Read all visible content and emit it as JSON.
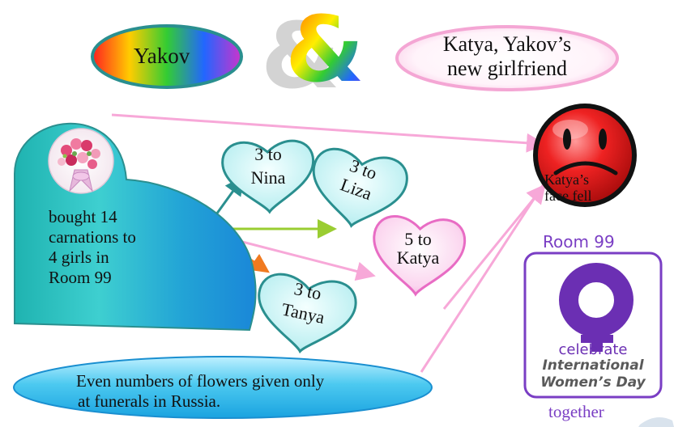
{
  "yakov": "Yakov",
  "katya_title": {
    "line1": "Katya, Yakov’s",
    "line2": "new girlfriend"
  },
  "bought": {
    "line1": "bought 14",
    "line2": "carnations to",
    "line3": "4 girls in",
    "line4": "Room 99"
  },
  "hearts": {
    "nina": {
      "line1": "3 to",
      "line2": "Nina"
    },
    "liza": {
      "line1": "3 to",
      "line2": "Liza"
    },
    "katya": {
      "line1": "5 to",
      "line2": "Katya"
    },
    "tanya": {
      "line1": "3 to",
      "line2": "Tanya"
    }
  },
  "face_fell": {
    "line1": "Katya’s",
    "line2": "face fell"
  },
  "room99": "Room 99",
  "poster": {
    "line1": "celebrate",
    "line2": "International",
    "line3": "Women’s Day"
  },
  "together": "together",
  "funerals": {
    "line1": "Even numbers of flowers given only",
    "line2": "at funerals in Russia."
  },
  "colors": {
    "teal_border": "#2a8f8f",
    "pink_line": "#f7a8d8",
    "purple": "#7a3ec4",
    "face_red": "#e81818"
  }
}
